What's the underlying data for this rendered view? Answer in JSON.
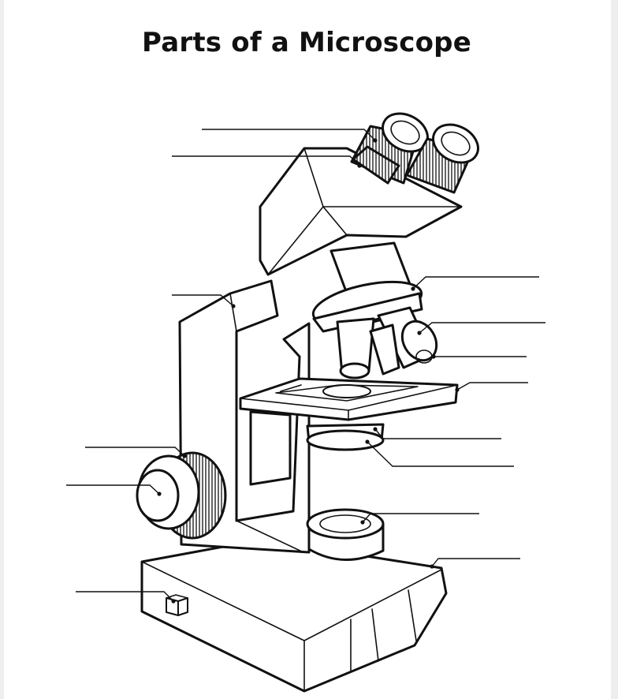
{
  "title": "Parts of a Microscope",
  "label_lines": [
    {
      "name": "eyepiece-label-line",
      "side": "left"
    },
    {
      "name": "diopter-ring-label-line",
      "side": "left"
    },
    {
      "name": "arm-label-line",
      "side": "left"
    },
    {
      "name": "coarse-focus-label-line",
      "side": "left"
    },
    {
      "name": "fine-focus-label-line",
      "side": "left"
    },
    {
      "name": "power-switch-label-line",
      "side": "left"
    },
    {
      "name": "revolving-nosepiece-label-line",
      "side": "right"
    },
    {
      "name": "objective-lenses-label-line",
      "side": "right"
    },
    {
      "name": "objective-tip-label-line",
      "side": "right"
    },
    {
      "name": "stage-label-line",
      "side": "right"
    },
    {
      "name": "condenser-label-line",
      "side": "right"
    },
    {
      "name": "diaphragm-label-line",
      "side": "right"
    },
    {
      "name": "illuminator-label-line",
      "side": "right"
    },
    {
      "name": "base-label-line",
      "side": "right"
    }
  ]
}
